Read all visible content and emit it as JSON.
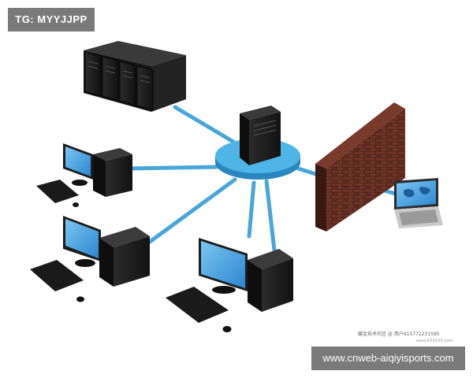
{
  "watermarks": {
    "top_tag": "TG: MYYJJPP",
    "bottom_tag": "www.cnweb-aiqiyisports.com",
    "caption": "藏金技术社区 @ 用户615772231585",
    "caption_sub": "www.XXXXXX.com"
  },
  "colors": {
    "link": "#49a6d8",
    "hub_top": "#4fb4e6",
    "hub_side": "#2a86bf",
    "server": "#1c1c1c",
    "screen": "#3d9fe0",
    "brick": "#5b2c22"
  },
  "icons": [
    "server-rack-icon",
    "hub-server-icon",
    "desktop-computer-icon",
    "firewall-wall-icon",
    "laptop-icon"
  ]
}
